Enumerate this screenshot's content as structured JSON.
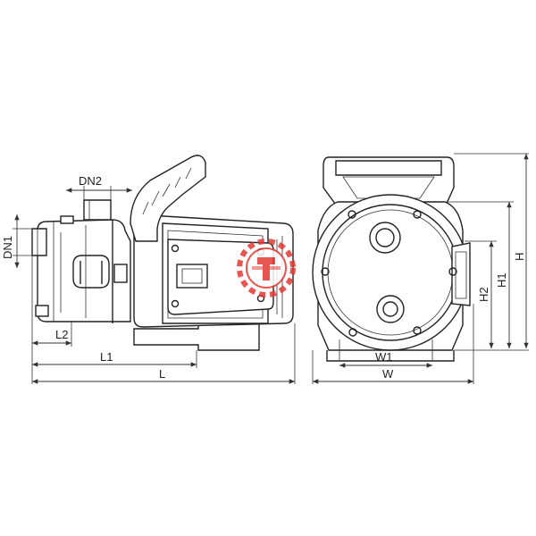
{
  "labels": {
    "dn2": "DN2",
    "dn1": "DN1",
    "l2": "L2",
    "l1": "L1",
    "l": "L",
    "w1": "W1",
    "w": "W",
    "h2": "H2",
    "h1": "H1",
    "h": "H"
  },
  "colors": {
    "line": "#222222",
    "watermark": "#e53935"
  },
  "watermark_icon": "gear-logo-icon"
}
